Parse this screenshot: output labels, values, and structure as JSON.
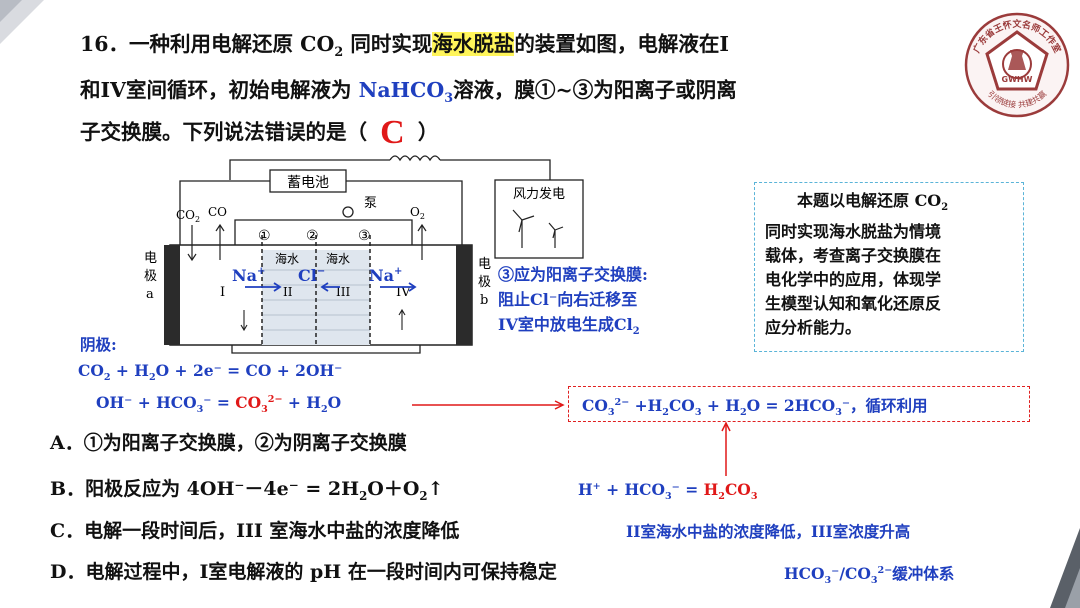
{
  "question": {
    "line1_a": "16．一种利用电解还原 CO",
    "line1_sub": "2",
    "line1_b": " 同时实现",
    "line1_hl": "海水脱盐",
    "line1_c": "的装置如图，电解液在I",
    "line2_a": "和IV室间循环，初始电解液为 ",
    "line2_blue": "NaHCO",
    "line2_blue_sub": "3",
    "line2_b": "溶液，膜①~③为阳离子或阴离",
    "line3_a": "子交换膜。下列说法错误的是（",
    "answer": "C",
    "line3_b": "）"
  },
  "diagram": {
    "battery": "蓄电池",
    "wind": "风力发电",
    "pump": "泵",
    "co2": "CO",
    "co2_sub": "2",
    "co": "CO",
    "o2": "O",
    "o2_sub": "2",
    "m1": "①",
    "m2": "②",
    "m3": "③",
    "seawater1": "海水",
    "seawater2": "海水",
    "electrode_a_1": "电",
    "electrode_a_2": "极",
    "electrode_a_3": "a",
    "electrode_b_1": "电",
    "electrode_b_2": "极",
    "electrode_b_3": "b",
    "room1": "I",
    "room2": "II",
    "room3": "III",
    "room4": "IV",
    "na1": "Na",
    "na2": "Na",
    "cl": "Cl",
    "plus": "+",
    "minus": "−"
  },
  "annot": {
    "m3_line1": "③应为阳离子交换膜:",
    "m3_line2": "阻止Cl⁻向右迁移至",
    "m3_line3": "IV室中放电生成Cl",
    "m3_line3_sub": "2",
    "cathode": "阴极:",
    "eq1_a": "CO",
    "eq1_a_sub": "2",
    "eq1_b": " + H",
    "eq1_b_sub": "2",
    "eq1_c": "O + 2e⁻ = CO + 2OH⁻",
    "eq2_a": "OH⁻ + HCO",
    "eq2_a_sub": "3",
    "eq2_b": "⁻ = ",
    "eq2_red": "CO",
    "eq2_red_sub": "3",
    "eq2_red_sup": "2−",
    "eq2_c": " + H",
    "eq2_c_sub": "2",
    "eq2_d": "O",
    "eq3_a": "CO",
    "eq3_a_sub": "3",
    "eq3_a_sup": "2−",
    "eq3_b": " +H",
    "eq3_b_sub": "2",
    "eq3_c": "CO",
    "eq3_c_sub": "3",
    "eq3_d": " + H",
    "eq3_d_sub": "2",
    "eq3_e": "O = 2HCO",
    "eq3_e_sub": "3",
    "eq3_f": "⁻，循环利用",
    "h_a": "H",
    "h_sup": "+",
    "h_b": " + HCO",
    "h_b_sub": "3",
    "h_c": "⁻ = ",
    "h_red": "H",
    "h_red_sub": "2",
    "h_red2": "CO",
    "h_red2_sub": "3",
    "c_note": "II室海水中盐的浓度降低，III室浓度升高",
    "d_note_a": "HCO",
    "d_note_a_sub": "3",
    "d_note_b": "⁻/CO",
    "d_note_b_sub": "3",
    "d_note_b_sup": "2−",
    "d_note_c": "缓冲体系"
  },
  "note": {
    "line1_a": "本题以电解还原 CO",
    "line1_sub": "2",
    "line2": "同时实现海水脱盐为情境",
    "line3": "载体，考查离子交换膜在",
    "line4": "电化学中的应用，体现学",
    "line5": "生模型认知和氧化还原反",
    "line6": "应分析能力。"
  },
  "options": {
    "a_label": "A．",
    "a_text": "①为阳离子交换膜，②为阴离子交换膜",
    "b_label": "B．",
    "b_text_a": "阳极反应为 4OH⁻－4e⁻ = 2H",
    "b_sub": "2",
    "b_text_b": "O＋O",
    "b_sub2": "2",
    "b_text_c": "↑",
    "c_label": "C．",
    "c_text": "电解一段时间后，III 室海水中盐的浓度降低",
    "d_label": "D．",
    "d_text": "电解过程中，I室电解液的 pH 在一段时间内可保持稳定"
  },
  "logo": {
    "top_text": "广东省王怀文名师工作室",
    "bottom_text": "引领链接 共建共赢",
    "center": "GWHW"
  },
  "colors": {
    "blue": "#1f3fbf",
    "red": "#e01818",
    "highlight": "#fff55a",
    "logo": "#9b3b3b"
  }
}
